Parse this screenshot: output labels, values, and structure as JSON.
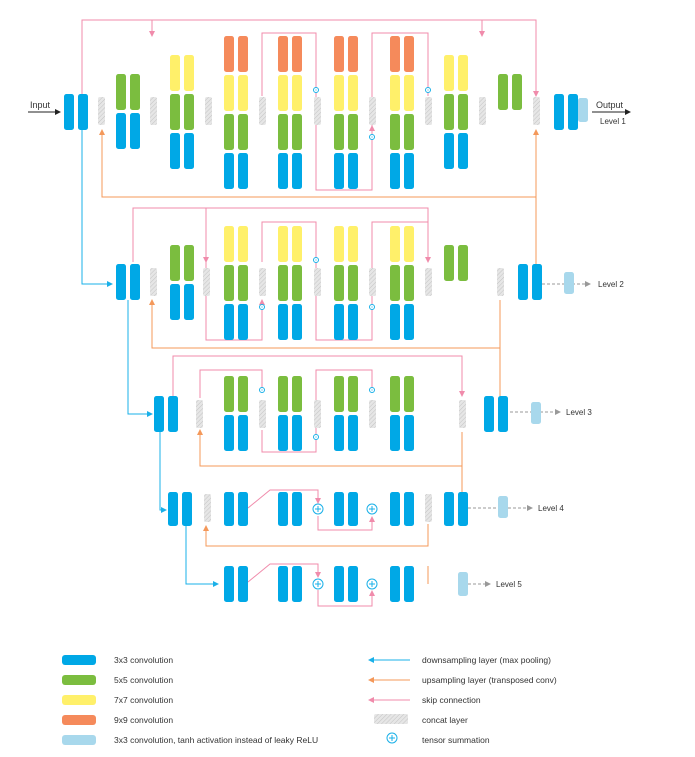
{
  "colors": {
    "conv3": "#00a8e6",
    "conv5": "#7bbd3f",
    "conv7": "#fff06a",
    "conv9": "#f58a5b",
    "tanh": "#a8d8ec",
    "concat": "#d4d4d4",
    "down": "#1ab0e8",
    "up": "#f4985a",
    "skip": "#f08bab"
  },
  "labels": {
    "input": "Input",
    "output": "Output",
    "level1": "Level 1",
    "level2": "Level 2",
    "level3": "Level 3",
    "level4": "Level 4",
    "level5": "Level 5"
  },
  "legend": {
    "conv3": "3x3 convolution",
    "conv5": "5x5 convolution",
    "conv7": "7x7 convolution",
    "conv9": "9x9 convolution",
    "tanh": "3x3 convolution, tanh activation instead of leaky ReLU",
    "down": "downsampling layer (max pooling)",
    "up": "upsampling layer (transposed conv)",
    "skip": "skip connection",
    "concat": "concat layer",
    "sum": "tensor summation"
  }
}
